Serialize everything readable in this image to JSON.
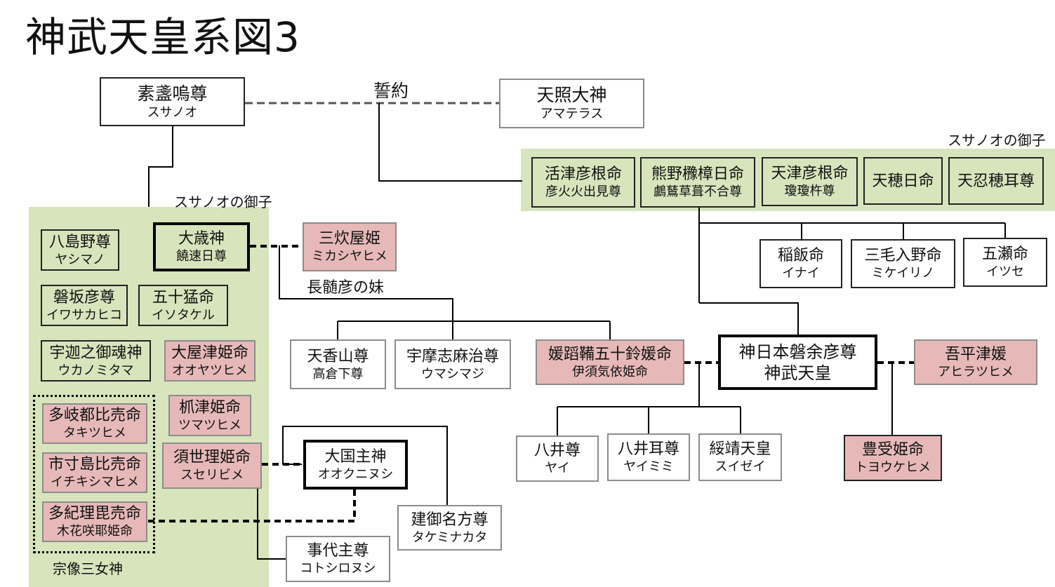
{
  "title": "神武天皇系図3",
  "labels": {
    "vow": "誓約",
    "susanoo_children_right": "スサノオの御子",
    "susanoo_children_left": "スサノオの御子",
    "nagasunehiko_sister": "長髄彦の妹",
    "munakata_sanjoshin": "宗像三女神"
  },
  "persons": {
    "susanoo": {
      "name": "素盞嗚尊",
      "reading": "スサノオ"
    },
    "amaterasu": {
      "name": "天照大神",
      "reading": "アマテラス"
    },
    "ikutsuhikone": {
      "name": "活津彦根命",
      "reading": "彦火火出見尊"
    },
    "kumanokusubi": {
      "name": "熊野櫲樟日命",
      "reading": "鸕鶿草葺不合尊"
    },
    "amatsuhikone": {
      "name": "天津彦根命",
      "reading": "瓊瓊杵尊"
    },
    "amenohohi": {
      "name": "天穂日命",
      "reading": ""
    },
    "oshihomimi": {
      "name": "天忍穂耳尊",
      "reading": ""
    },
    "inai": {
      "name": "稲飯命",
      "reading": "イナイ"
    },
    "mikeirino": {
      "name": "三毛入野命",
      "reading": "ミケイリノ"
    },
    "itsuse": {
      "name": "五瀬命",
      "reading": "イツセ"
    },
    "yashimano": {
      "name": "八島野尊",
      "reading": "ヤシマノ"
    },
    "otoshi": {
      "name": "大歳神",
      "reading": "饒速日尊"
    },
    "iwasakako": {
      "name": "磐坂彦尊",
      "reading": "イワサカヒコ"
    },
    "isotakeru": {
      "name": "五十猛命",
      "reading": "イソタケル"
    },
    "ukanomitama": {
      "name": "宇迦之御魂神",
      "reading": "ウカノミタマ"
    },
    "oyatsuhime": {
      "name": "大屋津姫命",
      "reading": "オオヤツヒメ"
    },
    "tagitsuhime": {
      "name": "多岐都比売命",
      "reading": "タキツヒメ"
    },
    "tsumatsuhime": {
      "name": "枛津姫命",
      "reading": "ツマツヒメ"
    },
    "ichikishimahime": {
      "name": "市寸島比売命",
      "reading": "イチキシマヒメ"
    },
    "suseribime": {
      "name": "須世理姫命",
      "reading": "スセリビメ"
    },
    "takiribime": {
      "name": "多紀理毘売命",
      "reading": "木花咲耶姫命"
    },
    "mikashiyahime": {
      "name": "三炊屋姫",
      "reading": "ミカシヤヒメ"
    },
    "amanokaguyama": {
      "name": "天香山尊",
      "reading": "高倉下尊"
    },
    "umashimaji": {
      "name": "宇摩志麻治尊",
      "reading": "ウマシマジ"
    },
    "himetatara": {
      "name": "媛蹈鞴五十鈴媛命",
      "reading": "伊須気依姫命"
    },
    "jimmu": {
      "name": "神日本磐余彦尊",
      "reading": "神武天皇"
    },
    "ahiratsuhime": {
      "name": "吾平津媛",
      "reading": "アヒラツヒメ"
    },
    "okuninushi": {
      "name": "大国主神",
      "reading": "オオクニヌシ"
    },
    "takeminakata": {
      "name": "建御名方尊",
      "reading": "タケミナカタ"
    },
    "kotoshironushi": {
      "name": "事代主尊",
      "reading": "コトシロヌシ"
    },
    "yai": {
      "name": "八井尊",
      "reading": "ヤイ"
    },
    "yaimimi": {
      "name": "八井耳尊",
      "reading": "ヤイミミ"
    },
    "suizei": {
      "name": "綏靖天皇",
      "reading": "スイゼイ"
    },
    "toyoukehime": {
      "name": "豊受姫命",
      "reading": "トヨウケヒメ"
    }
  },
  "colors": {
    "green_region": "#d8e4bc",
    "pink_box": "#e6b9b8",
    "line": "#000000",
    "box_border": "#8c8c8c"
  }
}
